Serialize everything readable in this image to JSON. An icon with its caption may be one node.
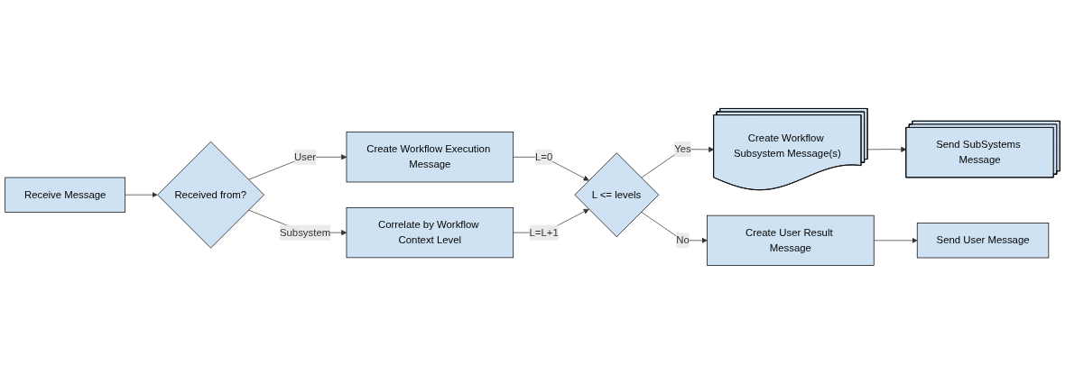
{
  "diagram": {
    "nodes": [
      {
        "text": [
          "Receive Message"
        ]
      },
      {
        "text": [
          "Received from?"
        ]
      },
      {
        "text": [
          "Create Workflow Execution Message"
        ]
      },
      {
        "text": [
          "Correlate by Workflow Context Level"
        ]
      },
      {
        "text": [
          "L <= levels"
        ]
      },
      {
        "text": [
          "Create Workflow Subsystem Message(s)"
        ]
      },
      {
        "text": [
          "Send SubSystems Message"
        ]
      },
      {
        "text": [
          "Create User Result Message"
        ]
      },
      {
        "text": [
          "Send User Message"
        ]
      }
    ],
    "edges": [
      {
        "from": 0,
        "to": 1,
        "arrow": "to"
      },
      {
        "from": 1,
        "to": 2,
        "arrow": "to",
        "label": "User"
      },
      {
        "from": 1,
        "to": 3,
        "arrow": "to",
        "label": "Subsystem"
      },
      {
        "from": 2,
        "to": 4,
        "arrow": "to",
        "label": "L=0"
      },
      {
        "from": 3,
        "to": 4,
        "arrow": "to",
        "label": "L=L+1"
      },
      {
        "from": 4,
        "to": 5,
        "arrow": "to",
        "label": "Yes"
      },
      {
        "from": 4,
        "to": 7,
        "arrow": "to",
        "label": "No"
      },
      {
        "from": 5,
        "to": 6,
        "arrow": "to"
      },
      {
        "from": 7,
        "to": 8,
        "arrow": "to"
      }
    ]
  }
}
